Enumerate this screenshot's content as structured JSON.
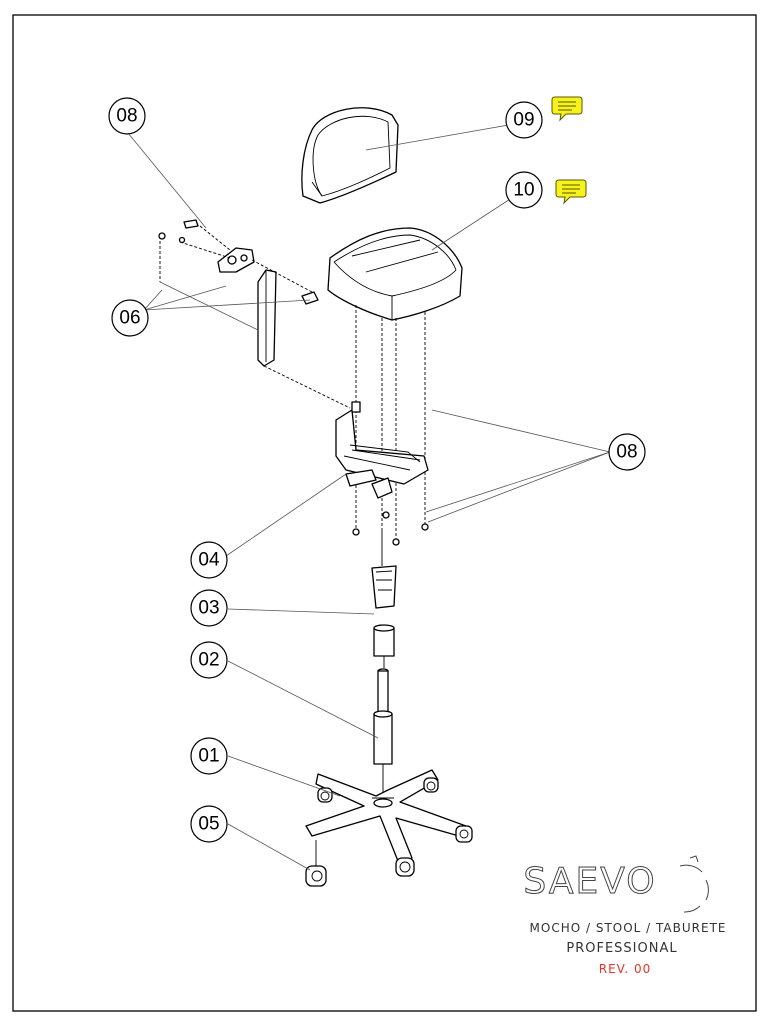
{
  "callouts": [
    {
      "id": "08a",
      "label": "08"
    },
    {
      "id": "09",
      "label": "09"
    },
    {
      "id": "10",
      "label": "10"
    },
    {
      "id": "06",
      "label": "06"
    },
    {
      "id": "08b",
      "label": "08"
    },
    {
      "id": "04",
      "label": "04"
    },
    {
      "id": "03",
      "label": "03"
    },
    {
      "id": "02",
      "label": "02"
    },
    {
      "id": "01",
      "label": "01"
    },
    {
      "id": "05",
      "label": "05"
    }
  ],
  "title_block": {
    "logo": "SAEVO",
    "product_line": "MOCHO / STOOL / TABURETE",
    "model": "PROFESSIONAL",
    "revision": "REV. 00",
    "revision_color": "#e8332a"
  },
  "annotations": {
    "comment_icon": "speech-bubble-icon",
    "comment_color": "#f7f21e"
  }
}
